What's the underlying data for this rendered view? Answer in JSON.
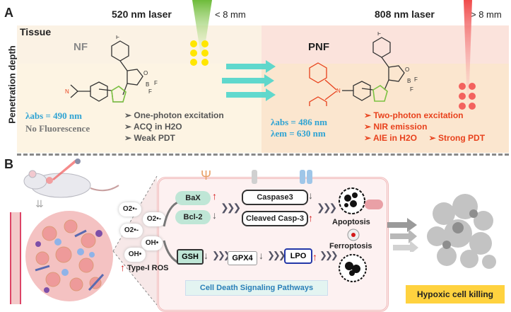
{
  "panel_a": {
    "label": "A",
    "y_axis_label": "Penetration depth",
    "tissue_label": "Tissue",
    "left": {
      "laser": "520 nm laser",
      "distance": "< 8 mm",
      "probe": "NF",
      "lambda_abs": "λabs = 490 nm",
      "fluorescence": "No Fluorescence",
      "bullets": [
        "One-photon excitation",
        "ACQ in H2O",
        "Weak PDT"
      ]
    },
    "right": {
      "laser": "808 nm laser",
      "distance": "> 8 mm",
      "probe": "PNF",
      "lambda_abs": "λabs = 486 nm",
      "lambda_em": "λem = 630 nm",
      "bullets": [
        "Two-photon excitation",
        "NIR emission",
        "AIE in H2O",
        "Strong PDT"
      ]
    },
    "colors": {
      "left_bg": "#fbf2e4",
      "right_bg": "#fbe3dc",
      "green_beam": "#7cc242",
      "red_beam": "#f15a5a",
      "arrow": "#45d3c7"
    }
  },
  "panel_b": {
    "label": "B",
    "ros_species": [
      "O2•-",
      "O2•-",
      "O2•-",
      "OH•",
      "OH•"
    ],
    "ros_caption": "Type-I ROS",
    "apoptosis_path": {
      "bax": "BaX",
      "bcl2": "Bcl-2",
      "caspase3": "Caspase3",
      "cleaved": "Cleaved Casp-3",
      "result": "Apoptosis"
    },
    "ferroptosis_path": {
      "gsh": "GSH",
      "gpx4": "GPX4",
      "lpo": "LPO",
      "result": "Ferroptosis"
    },
    "pathway_caption": "Cell Death Signaling Pathways",
    "outcome": "Hypoxic cell killing"
  }
}
